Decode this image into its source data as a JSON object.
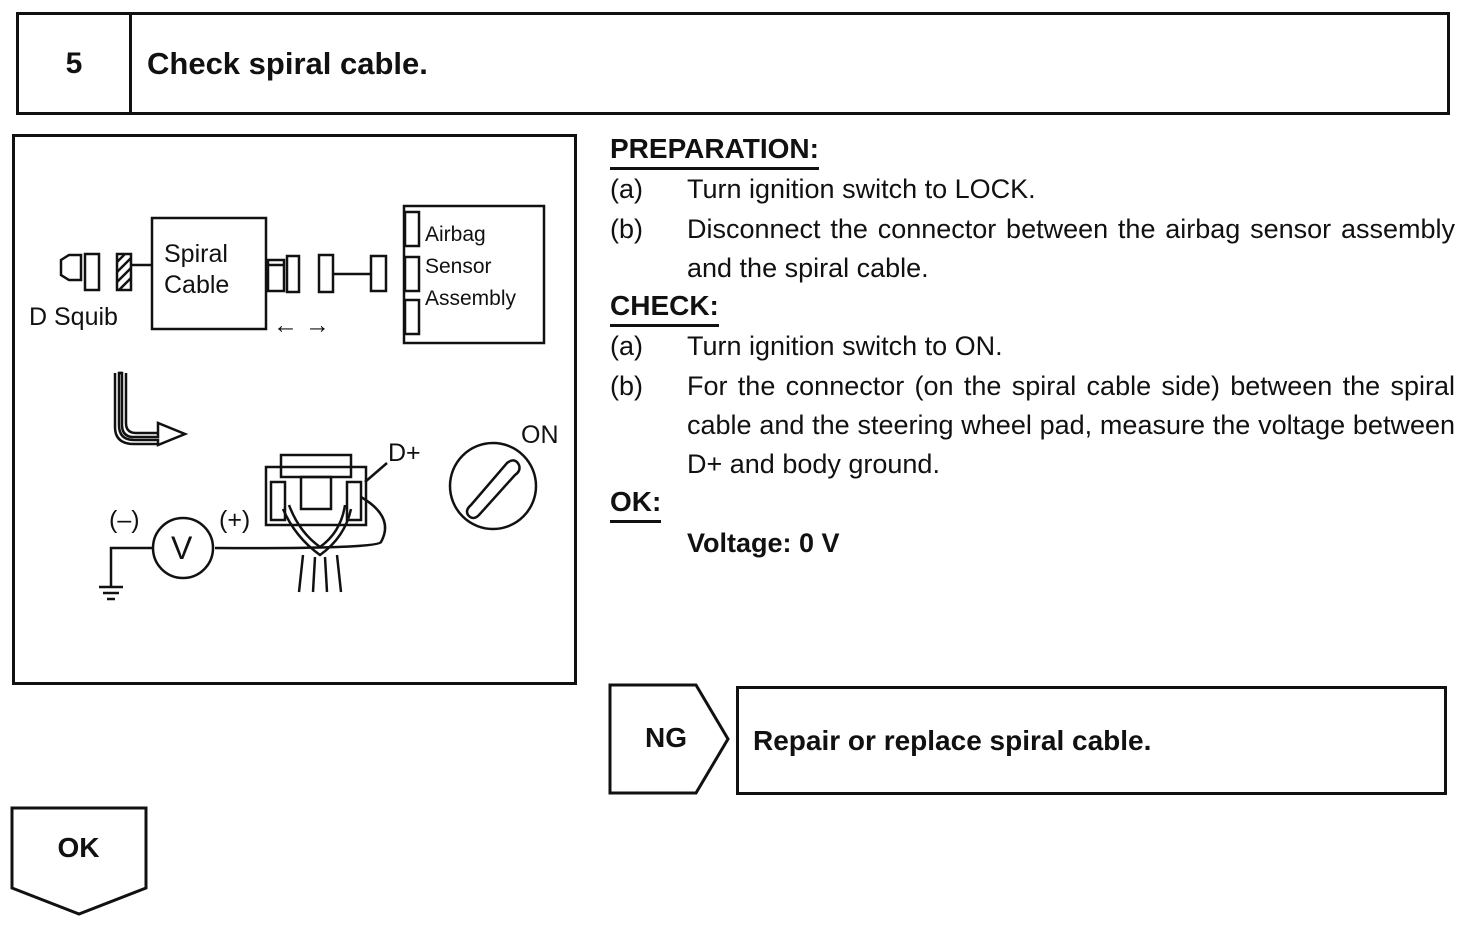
{
  "step": {
    "number": "5",
    "title": "Check spiral cable."
  },
  "illustration": {
    "spiral_cable_line1": "Spiral",
    "spiral_cable_line2": "Cable",
    "d_squib": "D Squib",
    "airbag": "Airbag",
    "sensor": "Sensor",
    "assembly": "Assembly",
    "arrows": "← →",
    "d_plus": "D+",
    "on": "ON",
    "minus": "(–)",
    "plus": "(+)",
    "meter": "V"
  },
  "preparation": {
    "heading": "PREPARATION:",
    "items": [
      {
        "mark": "(a)",
        "text": "Turn ignition switch to LOCK."
      },
      {
        "mark": "(b)",
        "text": "Disconnect the connector between the airbag sensor assembly and the spiral cable."
      }
    ]
  },
  "check": {
    "heading": "CHECK:",
    "items": [
      {
        "mark": "(a)",
        "text": "Turn ignition switch to ON."
      },
      {
        "mark": "(b)",
        "text": "For the connector (on the spiral cable side) between the spiral cable and the steering wheel pad, measure the voltage between D+ and body ground."
      }
    ]
  },
  "ok": {
    "heading": "OK:",
    "value": "Voltage: 0 V"
  },
  "ng": {
    "label": "NG",
    "action": "Repair or replace spiral cable."
  },
  "ok_result": {
    "label": "OK"
  }
}
